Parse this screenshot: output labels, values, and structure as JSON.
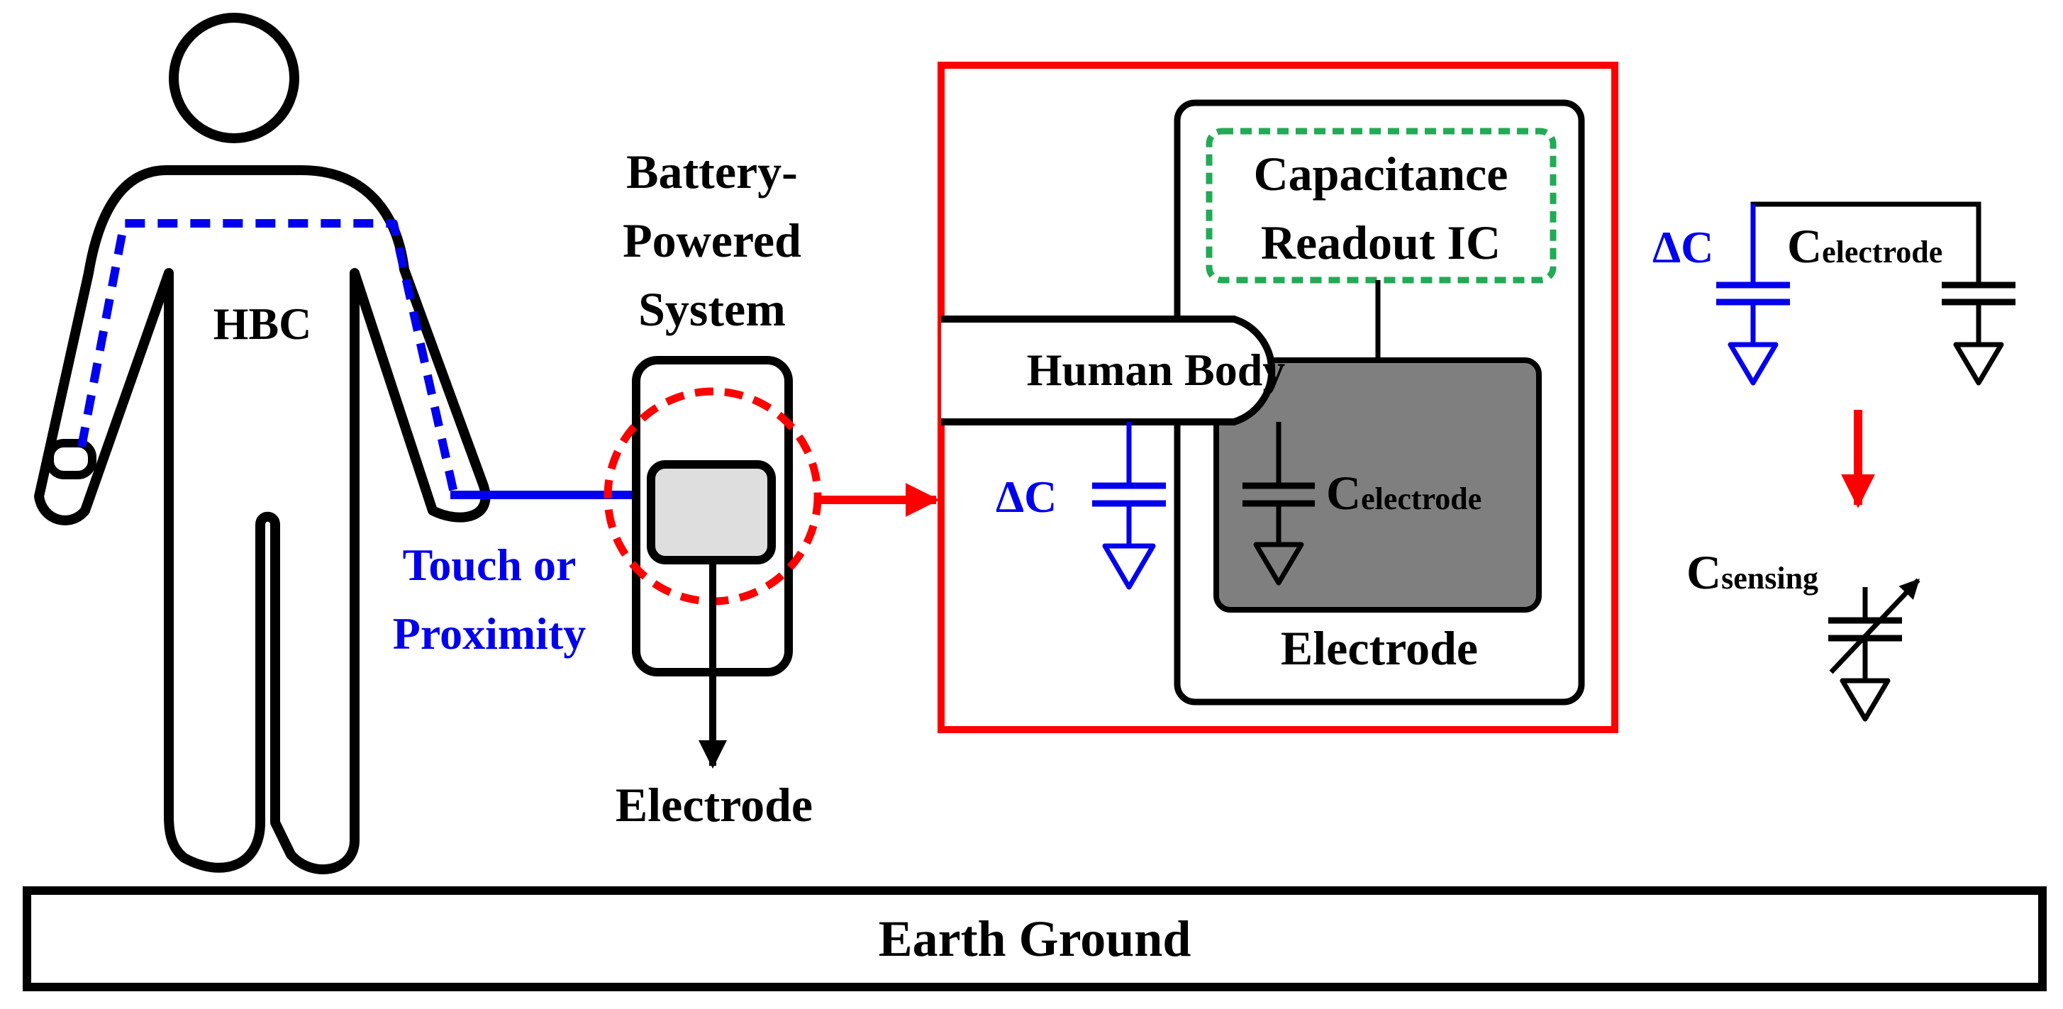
{
  "labels": {
    "hbc": "HBC",
    "system": [
      "Battery-",
      "Powered",
      "System"
    ],
    "touch": [
      "Touch or",
      "Proximity"
    ],
    "electrode_device": "Electrode",
    "earth": "Earth Ground",
    "capacitance_ic": [
      "Capacitance",
      "Readout IC"
    ],
    "human_body": "Human Body",
    "electrode_inset": "Electrode",
    "delta_c": "ΔC",
    "c_main": "C",
    "sub_electrode": "electrode",
    "sub_sensing": "sensing"
  },
  "colors": {
    "outline": "#000000",
    "highlight": "#ff0000",
    "signal": "#0000ee",
    "readout_ic": "#22aa55",
    "electrode_plate": "#7f7f7f",
    "pad": "#dedede"
  }
}
